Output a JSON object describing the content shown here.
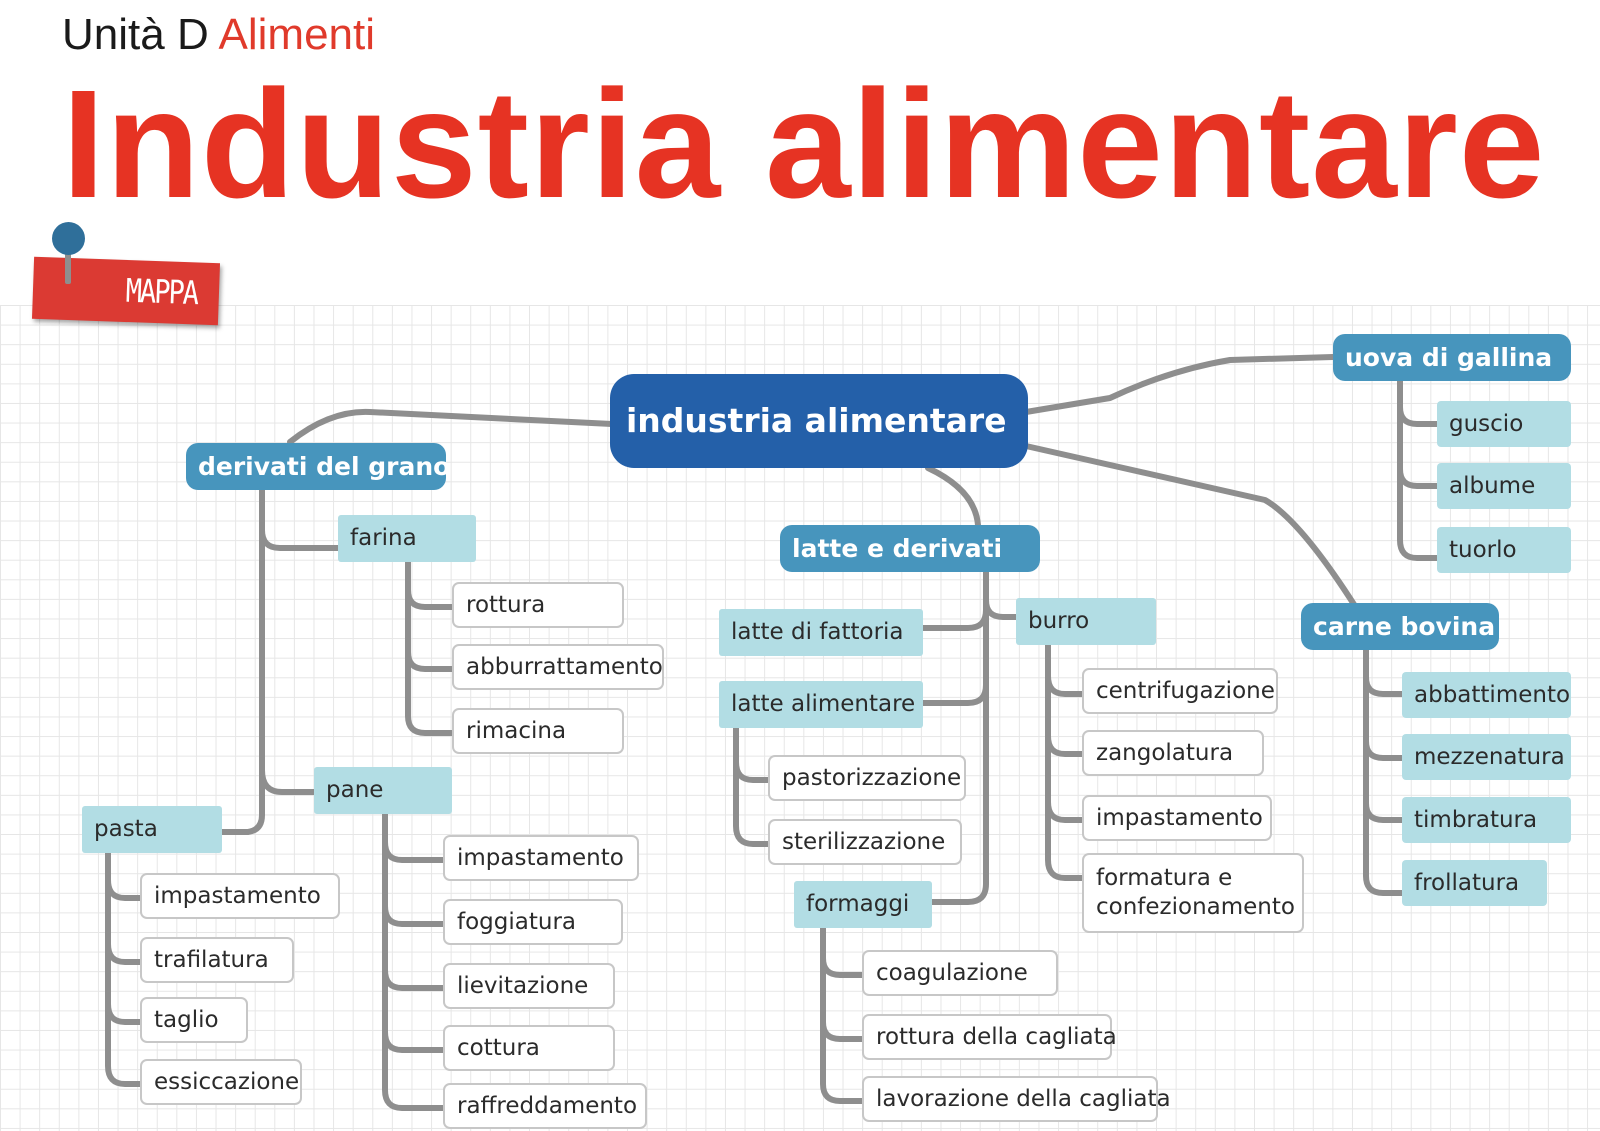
{
  "header": {
    "unit_prefix": "Unità D",
    "unit_name": "Alimenti",
    "title": "Industria alimentare",
    "tag_label": "MAPPA"
  },
  "map": {
    "root": "industria alimentare",
    "derivati_del_grano": {
      "label": "derivati del grano",
      "farina": {
        "label": "farina",
        "items": [
          "rottura",
          "abburrattamento",
          "rimacina"
        ]
      },
      "pane": {
        "label": "pane",
        "items": [
          "impastamento",
          "foggiatura",
          "lievitazione",
          "cottura",
          "raffreddamento"
        ]
      },
      "pasta": {
        "label": "pasta",
        "items": [
          "impastamento",
          "trafilatura",
          "taglio",
          "essiccazione"
        ]
      }
    },
    "latte_e_derivati": {
      "label": "latte e derivati",
      "latte_di_fattoria": {
        "label": "latte di fattoria"
      },
      "latte_alimentare": {
        "label": "latte alimentare",
        "items": [
          "pastorizzazione",
          "sterilizzazione"
        ]
      },
      "formaggi": {
        "label": "formaggi",
        "items": [
          "coagulazione",
          "rottura della cagliata",
          "lavorazione della cagliata"
        ]
      },
      "burro": {
        "label": "burro",
        "items": [
          "centrifugazione",
          "zangolatura",
          "impastamento"
        ],
        "items_multiline": [
          "formatura e",
          "confezionamento"
        ]
      }
    },
    "uova_di_gallina": {
      "label": "uova di gallina",
      "items": [
        "guscio",
        "albume",
        "tuorlo"
      ]
    },
    "carne_bovina": {
      "label": "carne bovina",
      "items": [
        "abbattimento",
        "mezzenatura",
        "timbratura",
        "frollatura"
      ]
    }
  },
  "colors": {
    "title_red": "#e63323",
    "root_blue": "#2460a9",
    "category_blue": "#4795bd",
    "subcategory_lightblue": "#b2dde4",
    "connector_gray": "#8e8e8e",
    "tag_red": "#db3a33"
  }
}
